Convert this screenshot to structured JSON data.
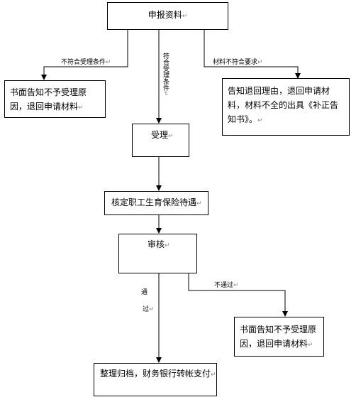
{
  "nodes": {
    "submit": "申报资料",
    "reject_condition": "书面告知不予受理原因，退回申请材料",
    "notice_correction": "告知退回理由，退回申请材料，材料不全的出具《补正告知书》。",
    "accept": "受理",
    "determine": "核定职工生育保险待遇",
    "review": "审核",
    "reject_review": "书面告知不予受理原因，退回申请材料",
    "archive": "整理归档，财务银行转帐支付"
  },
  "edges": {
    "not_meet": "不符合受理条件",
    "meet": "符合受理条件",
    "material_not_meet": "材料不符合要求",
    "not_pass": "不通过",
    "pass_1": "通",
    "pass_2": "过"
  },
  "mark_glyph": "↵"
}
